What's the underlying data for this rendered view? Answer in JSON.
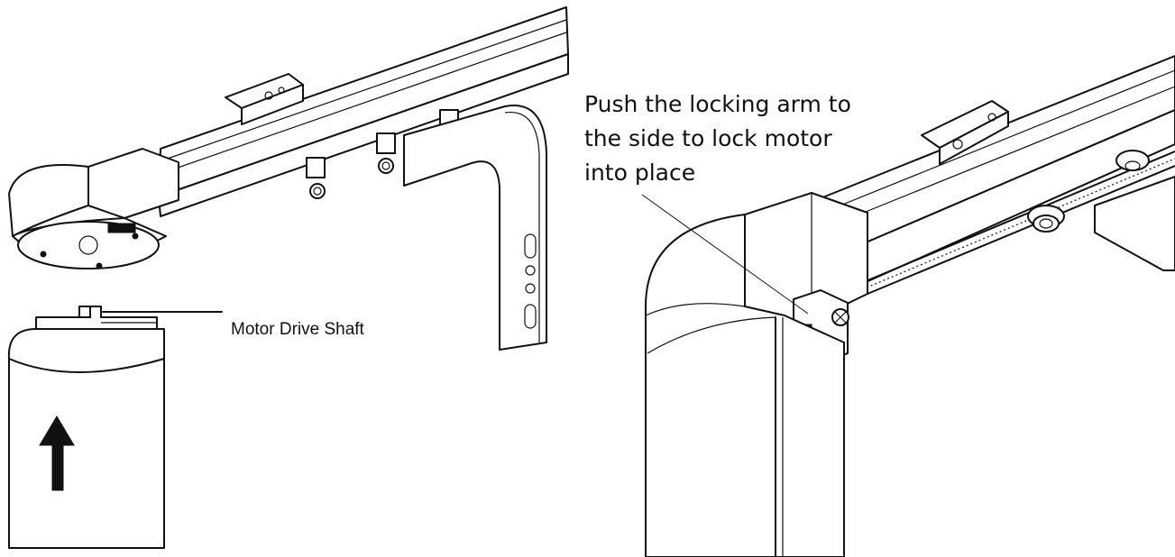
{
  "labels": {
    "motor_drive_shaft": "Motor Drive Shaft",
    "instruction_lines": [
      "Push the locking arm to",
      "the side to lock motor",
      "into place"
    ]
  },
  "colors": {
    "line": "#111111",
    "background": "#ffffff"
  },
  "icons": {
    "arrow": "up-arrow-icon"
  }
}
